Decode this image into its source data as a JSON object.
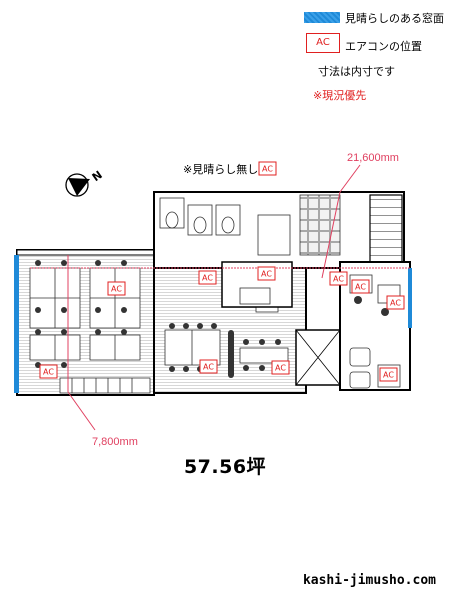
{
  "legend": {
    "view_window": "見晴らしのある窓面",
    "ac_label": "AC",
    "ac_position": "エアコンの位置",
    "inner_dim": "寸法は内寸です",
    "current_priority": "※現況優先"
  },
  "plan": {
    "no_view_note": "※見晴らし無し",
    "compass_letter": "N",
    "dim_top": "21,600mm",
    "dim_bottom": "7,800mm",
    "ac_units": [
      "AC",
      "AC",
      "AC",
      "AC",
      "AC",
      "AC",
      "AC",
      "AC",
      "AC",
      "AC",
      "AC"
    ],
    "area": "57.56坪"
  },
  "footer": {
    "site": "kashi-jimusho.com"
  },
  "colors": {
    "accent_red": "#e02020",
    "view_window_blue": "#1f8ad8",
    "dimension_pink": "#e04060"
  }
}
